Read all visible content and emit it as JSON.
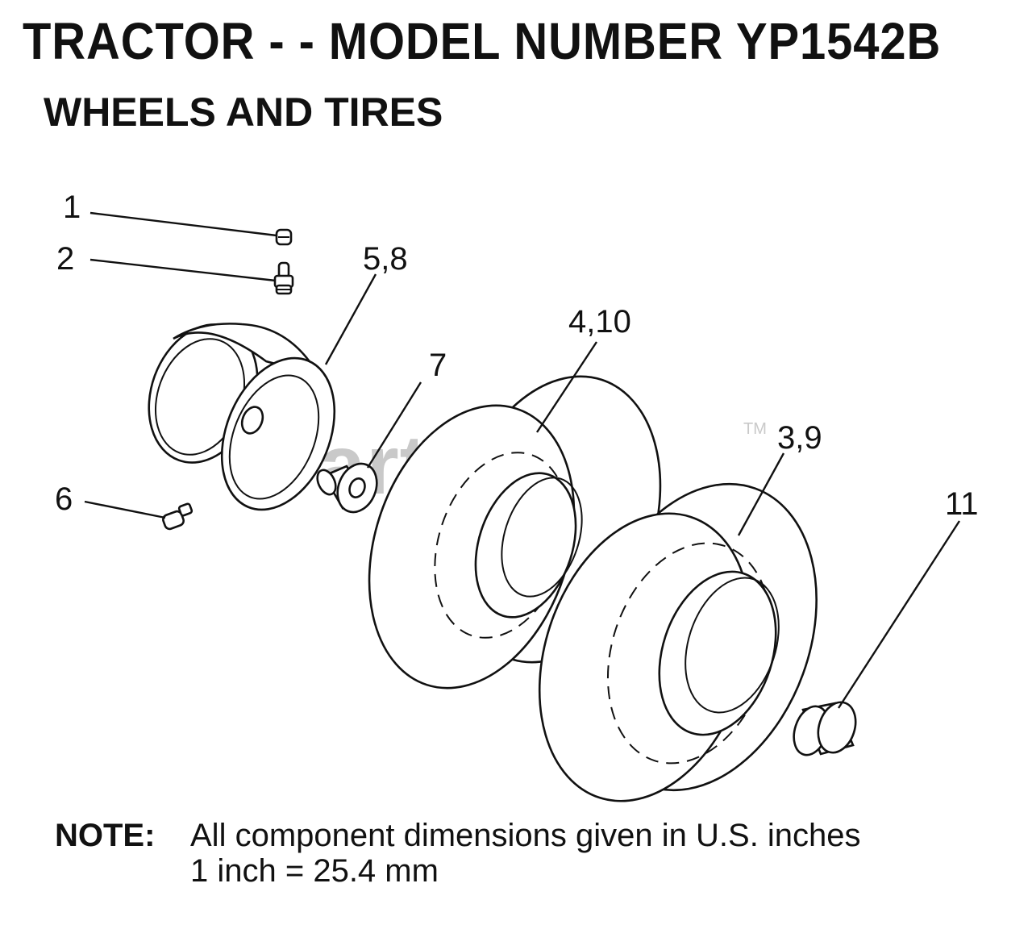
{
  "header": {
    "title": "TRACTOR - - MODEL NUMBER YP1542B",
    "subtitle": "WHEELS AND TIRES"
  },
  "watermark": {
    "text": "PartsTree",
    "trademark": "TM"
  },
  "callouts": [
    {
      "id": "c1",
      "label": "1"
    },
    {
      "id": "c2",
      "label": "2"
    },
    {
      "id": "c58",
      "label": "5,8"
    },
    {
      "id": "c410",
      "label": "4,10"
    },
    {
      "id": "c7",
      "label": "7"
    },
    {
      "id": "c39",
      "label": "3,9"
    },
    {
      "id": "c6",
      "label": "6"
    },
    {
      "id": "c11",
      "label": "11"
    }
  ],
  "note": {
    "label": "NOTE:",
    "line1": "All component dimensions given in U.S. inches",
    "line2": "1 inch = 25.4 mm"
  }
}
